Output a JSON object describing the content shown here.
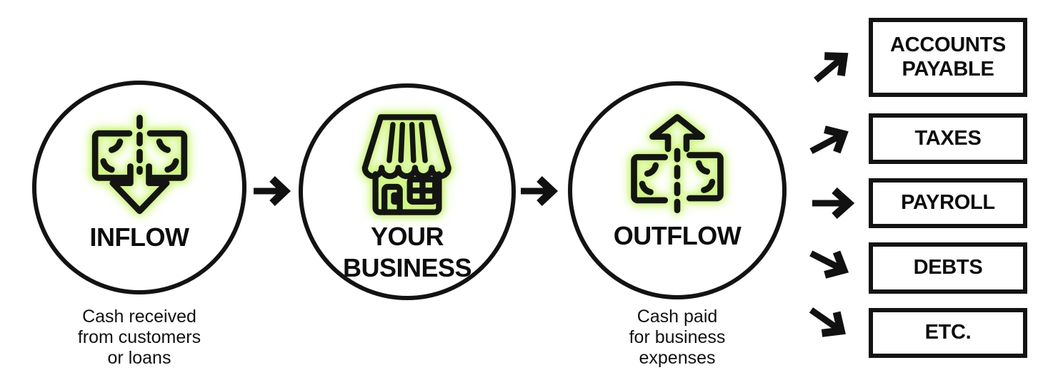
{
  "colors": {
    "background": "#ffffff",
    "ink": "#111111",
    "glow_green": "#c9f66f"
  },
  "flow_nodes": {
    "inflow": {
      "label": "INFLOW",
      "caption": "Cash received\nfrom customers\nor loans",
      "icon": "cash-inflow-icon"
    },
    "business": {
      "label": "YOUR\nBUSINESS",
      "icon": "storefront-icon"
    },
    "outflow": {
      "label": "OUTFLOW",
      "caption": "Cash paid\nfor business\nexpenses",
      "icon": "cash-outflow-icon"
    }
  },
  "connectors": {
    "inflow_to_business": "right-arrow-icon",
    "business_to_outflow": "right-arrow-icon",
    "outflow_fan": [
      "up-right-arrow-icon",
      "up-right-arrow-icon",
      "right-arrow-icon",
      "down-right-arrow-icon",
      "down-right-arrow-icon"
    ]
  },
  "outputs": [
    {
      "label": "ACCOUNTS PAYABLE"
    },
    {
      "label": "TAXES"
    },
    {
      "label": "PAYROLL"
    },
    {
      "label": "DEBTS"
    },
    {
      "label": "ETC."
    }
  ]
}
